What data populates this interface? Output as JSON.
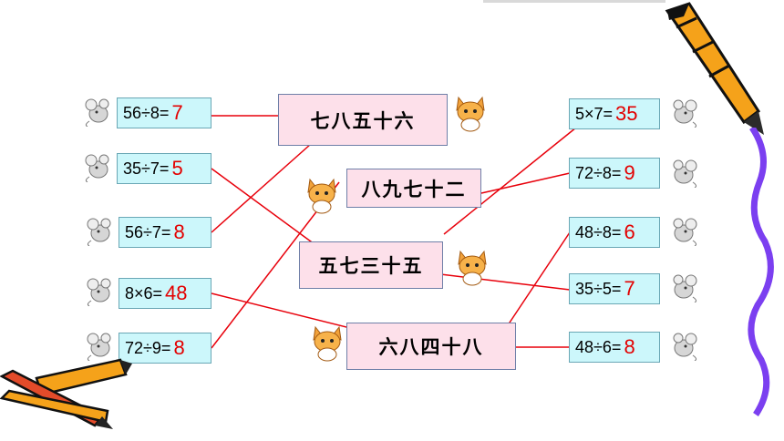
{
  "left_equations": [
    {
      "expr": "56÷8=",
      "answer": "7"
    },
    {
      "expr": "35÷7=",
      "answer": "5"
    },
    {
      "expr": "56÷7=",
      "answer": "8"
    },
    {
      "expr": "8×6=",
      "answer": "48"
    },
    {
      "expr": "72÷9=",
      "answer": "8"
    }
  ],
  "right_equations": [
    {
      "expr": "5×7=",
      "answer": "35"
    },
    {
      "expr": "72÷8=",
      "answer": "9"
    },
    {
      "expr": "48÷8=",
      "answer": "6"
    },
    {
      "expr": "35÷5=",
      "answer": "7"
    },
    {
      "expr": "48÷6=",
      "answer": "8"
    }
  ],
  "phrases": [
    "七八五十六",
    "八九七十二",
    "五七三十五",
    "六八四十八"
  ],
  "colors": {
    "line": "#e8000b",
    "answer": "#e30000",
    "equation_bg": "#ccf7fb",
    "phrase_bg": "#fde0ea"
  },
  "decorations": [
    "mouse-icon",
    "cat-icon",
    "crayon-icon",
    "wavy-ribbon"
  ]
}
